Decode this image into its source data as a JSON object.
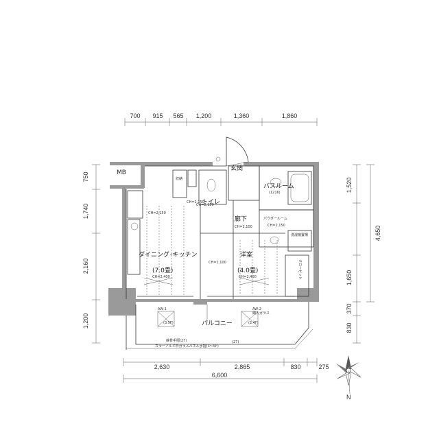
{
  "top_dims": [
    "700",
    "915",
    "565",
    "1,200",
    "1,360",
    "1,860"
  ],
  "bottom_dims": [
    "2,630",
    "2,865",
    "830",
    "275"
  ],
  "total_width": "6,600",
  "left_dims": [
    "750",
    "1,740",
    "2,160",
    "1,200"
  ],
  "right_dims": [
    "1,520",
    "1,650",
    "370",
    "830"
  ],
  "right_total": "4,650",
  "rooms": {
    "mb": "MB",
    "genkan": "玄関",
    "bathroom": "バスルーム",
    "bathroom_size": "(1216)",
    "toilet": "トイレ",
    "toilet_ch": "CH=2,150",
    "corridor": "廊下",
    "corridor_ch": "CH=2,100",
    "powder": "パウダールーム",
    "powder_ch": "CH=2,150",
    "dining": "ダイニング･キッチン",
    "dining_size": "(7.0畳)",
    "dining_ch": "CH=2,400",
    "western": "洋室",
    "western_size": "(4.0畳)",
    "western_ch": "CH=2,400",
    "closet": "クローゼット",
    "balcony": "バルコニー",
    "washer": "洗濯機置場",
    "storage": "収納",
    "sink_ch": "CH=2,150",
    "kitchen_ch": "CH=2,150",
    "main_ch": "CH=2,100"
  },
  "windows": {
    "aw1": "AW-1",
    "aw1_size": "(3.5F)",
    "aw2": "AW-2",
    "aw2_size": "(2.4F)",
    "aw2_note": "網入ガラス"
  },
  "notes": {
    "rail1": "鉄骨手摺(27)",
    "rail2": "カラーアルミ枠ガラスパネル手摺(3～5F)",
    "rail_mark": "(27)"
  },
  "compass_label": "N"
}
